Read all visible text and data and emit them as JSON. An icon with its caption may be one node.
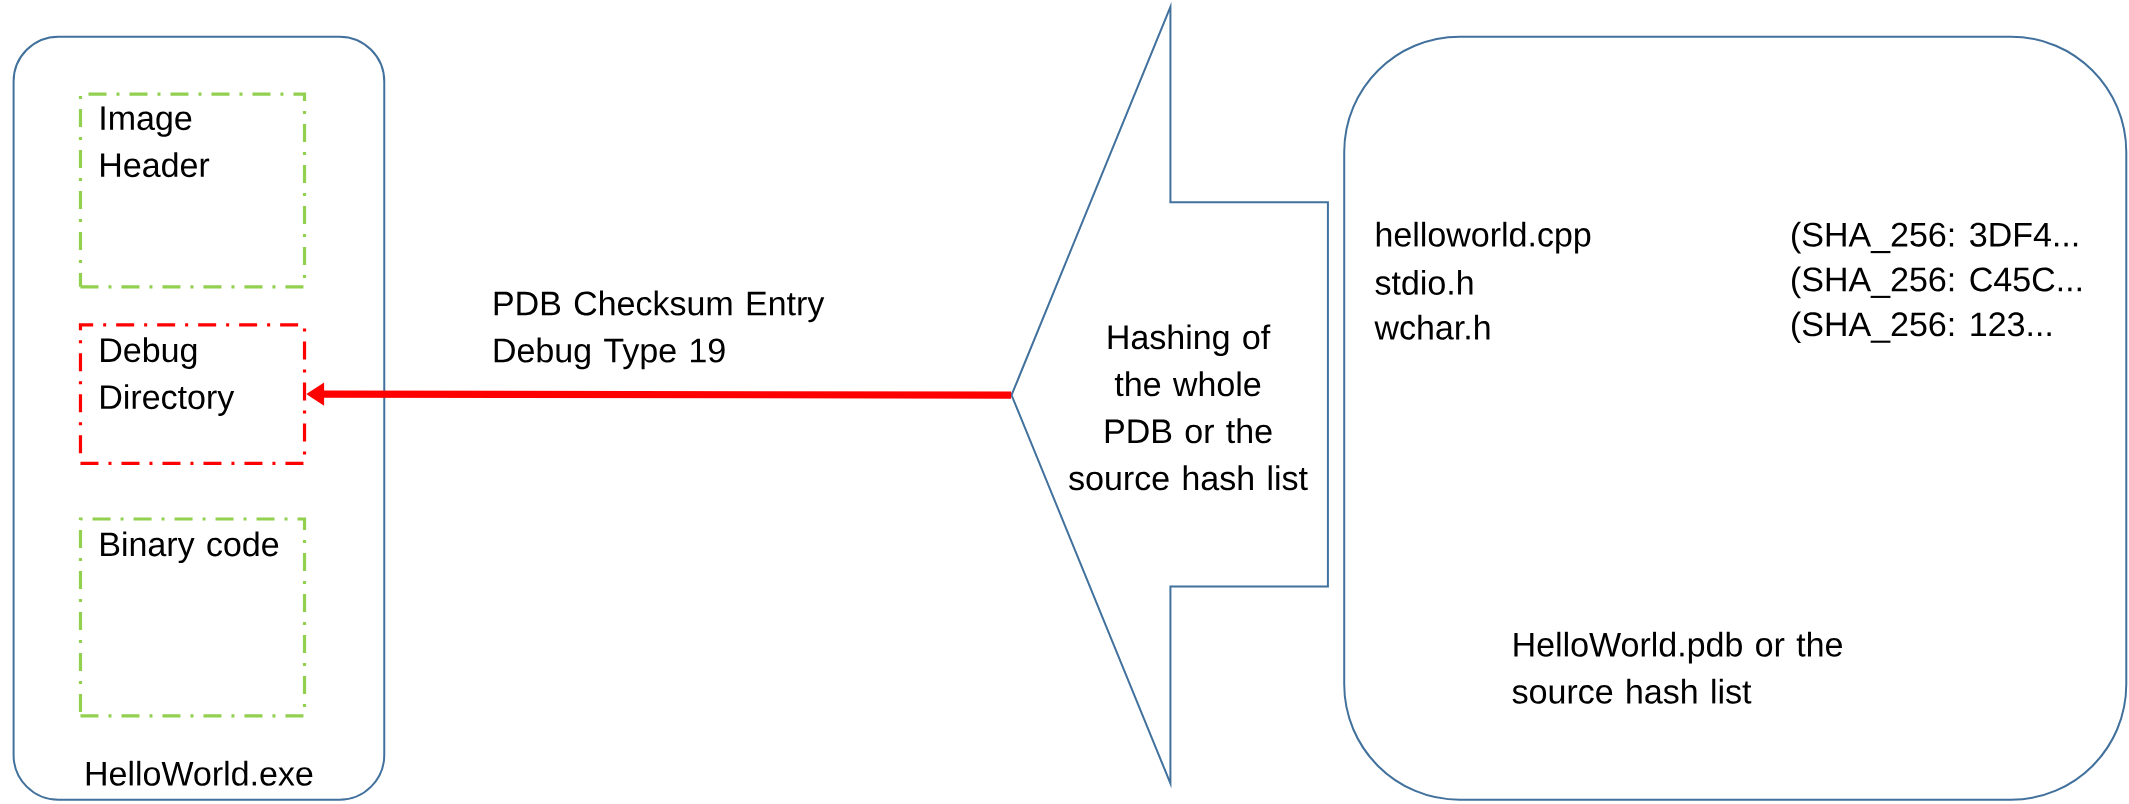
{
  "diagram": {
    "nodes": [
      {
        "text": [
          "HelloWorld.exe"
        ]
      },
      {
        "text": [
          "Image Header"
        ],
        "in": 0
      },
      {
        "text": [
          "Debug Directory"
        ],
        "in": 0
      },
      {
        "text": [
          "Binary code"
        ],
        "in": 0
      },
      {
        "text": [
          "Hashing of the whole PDB or the source hash list"
        ]
      },
      {
        "text": [
          "helloworld.cpp",
          "(SHA_256: 3DF4...",
          "stdio.h",
          "(SHA_256: C45C...",
          "wchar.h",
          "(SHA_256: 123...",
          "HelloWorld.pdb or the source hash list"
        ]
      }
    ],
    "edges": [
      {
        "from": 4,
        "to": 2,
        "arrow": "to",
        "label": "PDB Checksum Entry Debug Type 19",
        "color": "#ff0000"
      }
    ]
  }
}
